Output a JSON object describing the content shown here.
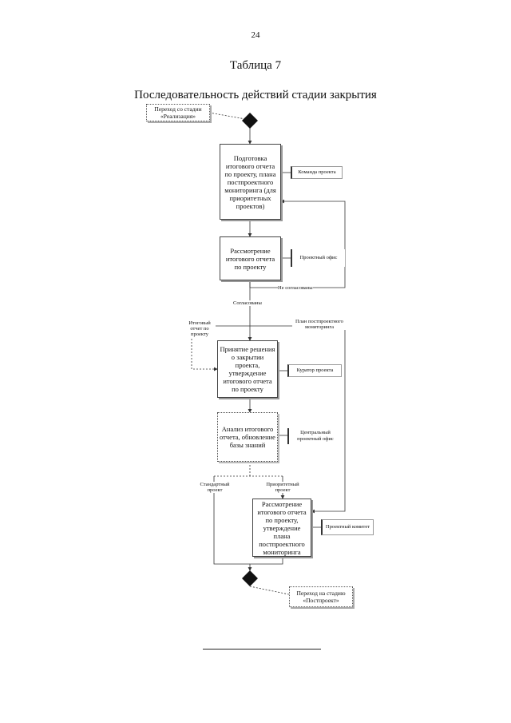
{
  "page_number": "24",
  "table_label": "Таблица 7",
  "title": "Последовательность действий стадии закрытия",
  "transitions": {
    "from": "Переход со стадии «Реализация»",
    "to": "Переход на стадию «Постпроект»"
  },
  "steps": [
    {
      "text": "Подготовка итогового отчета по проекту, плана постпроектного мониторинга (для приоритетных проектов)"
    },
    {
      "text": "Рассмотрение итогового отчета по проекту"
    },
    {
      "text": "Принятие решения о закрытии проекта, утверждение итогового отчета по проекту"
    },
    {
      "text": "Анализ итогового отчета, обновление базы знаний"
    },
    {
      "text": "Рассмотрение итогового отчета по проекту, утверждение плана постпроектного мониторинга"
    }
  ],
  "roles": [
    {
      "text": "Команда проекта"
    },
    {
      "text": "Проектный офис"
    },
    {
      "text": "Куратор проекта"
    },
    {
      "text": "Центральный проектный офис"
    },
    {
      "text": "Проектный комитет"
    }
  ],
  "edge_labels": {
    "not_agreed": "Не согласованы",
    "agreed": "Согласованы",
    "final_report": "Итоговый отчет по проекту",
    "monitoring_plan": "План постпроектного мониторинга",
    "standard": "Стандартный проект",
    "priority": "Приоритетный проект"
  }
}
